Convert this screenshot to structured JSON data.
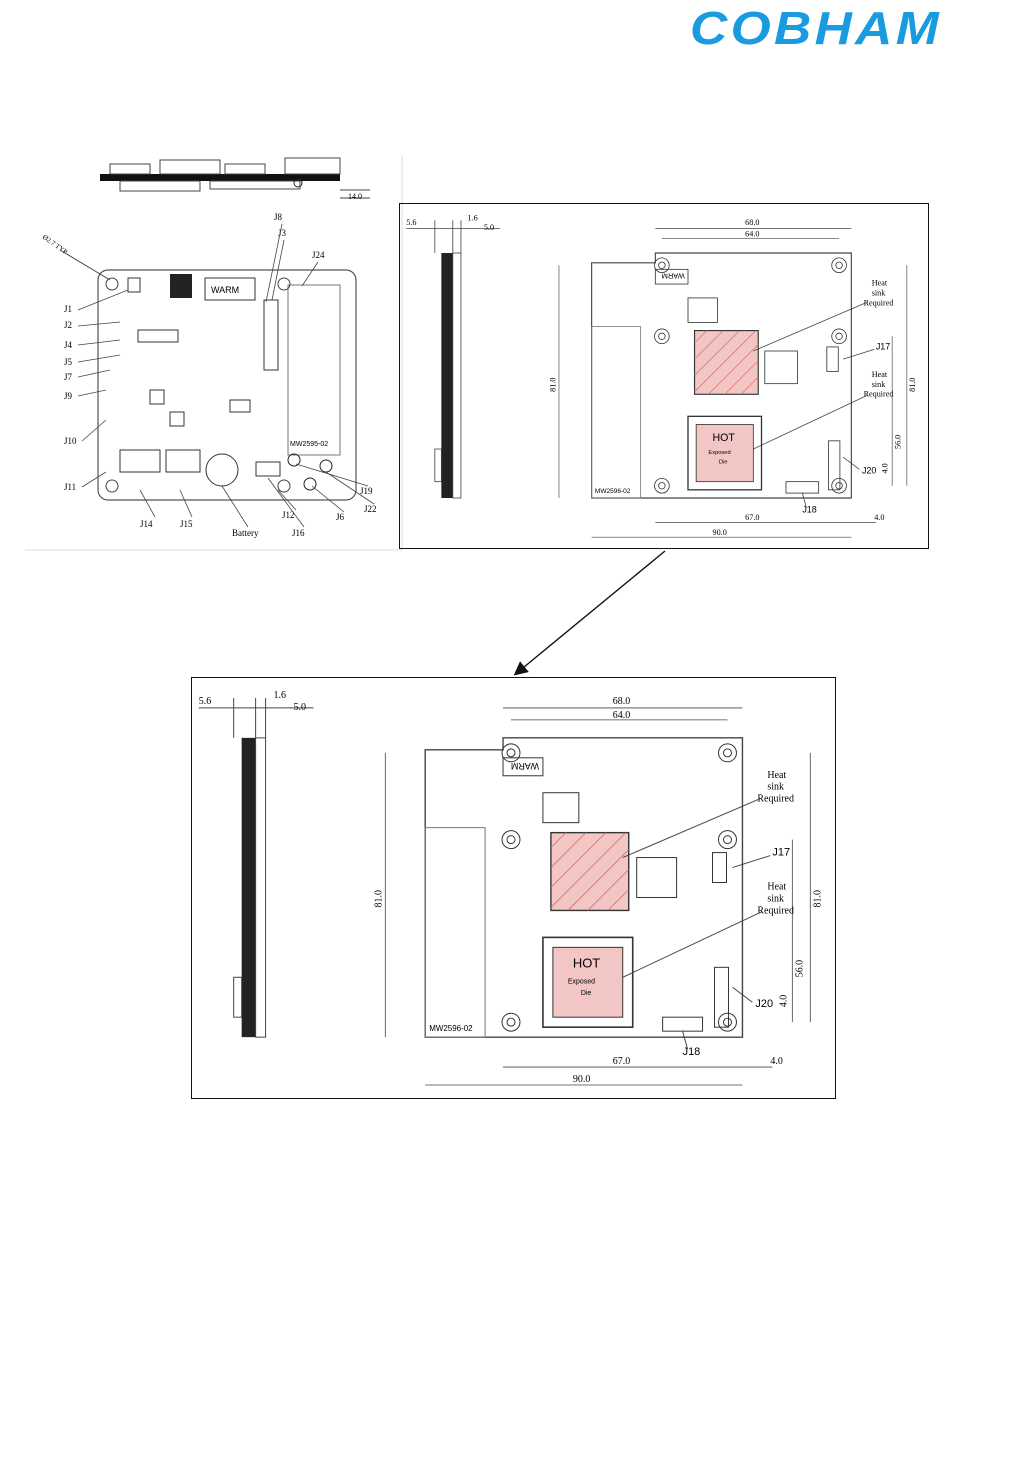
{
  "header": {
    "logo_text": "COBHAM",
    "brand_color": "#1a9be0"
  },
  "drawing_a": {
    "side_dim": "14.0",
    "hole_note": "Ø2.7 TYP",
    "board_label": "MW2595-02",
    "warm_label": "WARM",
    "connectors": [
      "J1",
      "J2",
      "J4",
      "J5",
      "J7",
      "J9",
      "J10",
      "J11",
      "J14",
      "J15",
      "Battery",
      "J16",
      "J12",
      "J6",
      "J22",
      "J19",
      "J24",
      "J3",
      "J8"
    ]
  },
  "drawing_b": {
    "dims": {
      "d5_6": "5.6",
      "d1_6": "1.6",
      "d5_0": "5.0",
      "d68": "68.0",
      "d64": "64.0",
      "d81": "81.0",
      "d81r": "81.0",
      "d56": "56.0",
      "d4v": "4.0",
      "d67": "67.0",
      "d4h": "4.0",
      "d90": "90.0"
    },
    "board_label": "MW2596-02",
    "warm_label": "WARM",
    "hot_label": "HOT",
    "exposed_label": "Exposed",
    "die_label": "Die",
    "heatsink_1": [
      "Heat",
      "sink",
      "Required"
    ],
    "heatsink_2": [
      "Heat",
      "sink",
      "Required"
    ],
    "j17": "J17",
    "j18": "J18",
    "j20": "J20"
  }
}
